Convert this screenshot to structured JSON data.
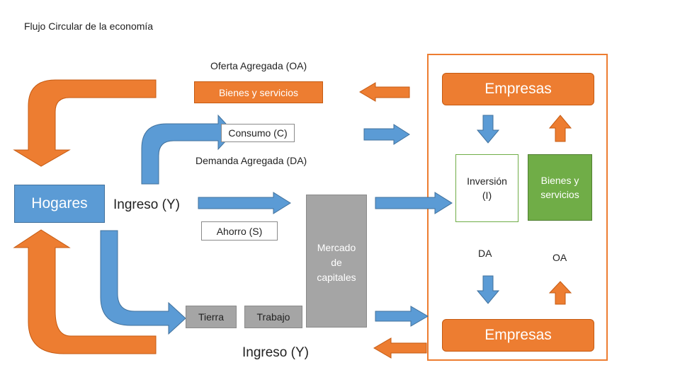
{
  "title": "Flujo Circular de la economía",
  "labels": {
    "oferta_agregada": "Oferta Agregada (OA)",
    "bienes_servicios": "Bienes y servicios",
    "consumo": "Consumo (C)",
    "demanda_agregada": "Demanda Agregada (DA)",
    "ingreso_mid": "Ingreso (Y)",
    "ahorro": "Ahorro (S)",
    "mercado_1": "Mercado",
    "mercado_2": "de",
    "mercado_3": "capitales",
    "tierra": "Tierra",
    "trabajo": "Trabajo",
    "ingreso_bottom": "Ingreso (Y)",
    "empresas_top": "Empresas",
    "empresas_bottom": "Empresas",
    "hogares": "Hogares",
    "inversion_1": "Inversión",
    "inversion_2": "(I)",
    "bienes_box_1": "Bienes y",
    "bienes_box_2": "servicios",
    "da": "DA",
    "oa": "OA"
  },
  "colors": {
    "orange": "#ed7d31",
    "blue": "#5b9bd5",
    "green": "#70ad47",
    "gray": "#a5a5a5",
    "text": "#222222"
  }
}
